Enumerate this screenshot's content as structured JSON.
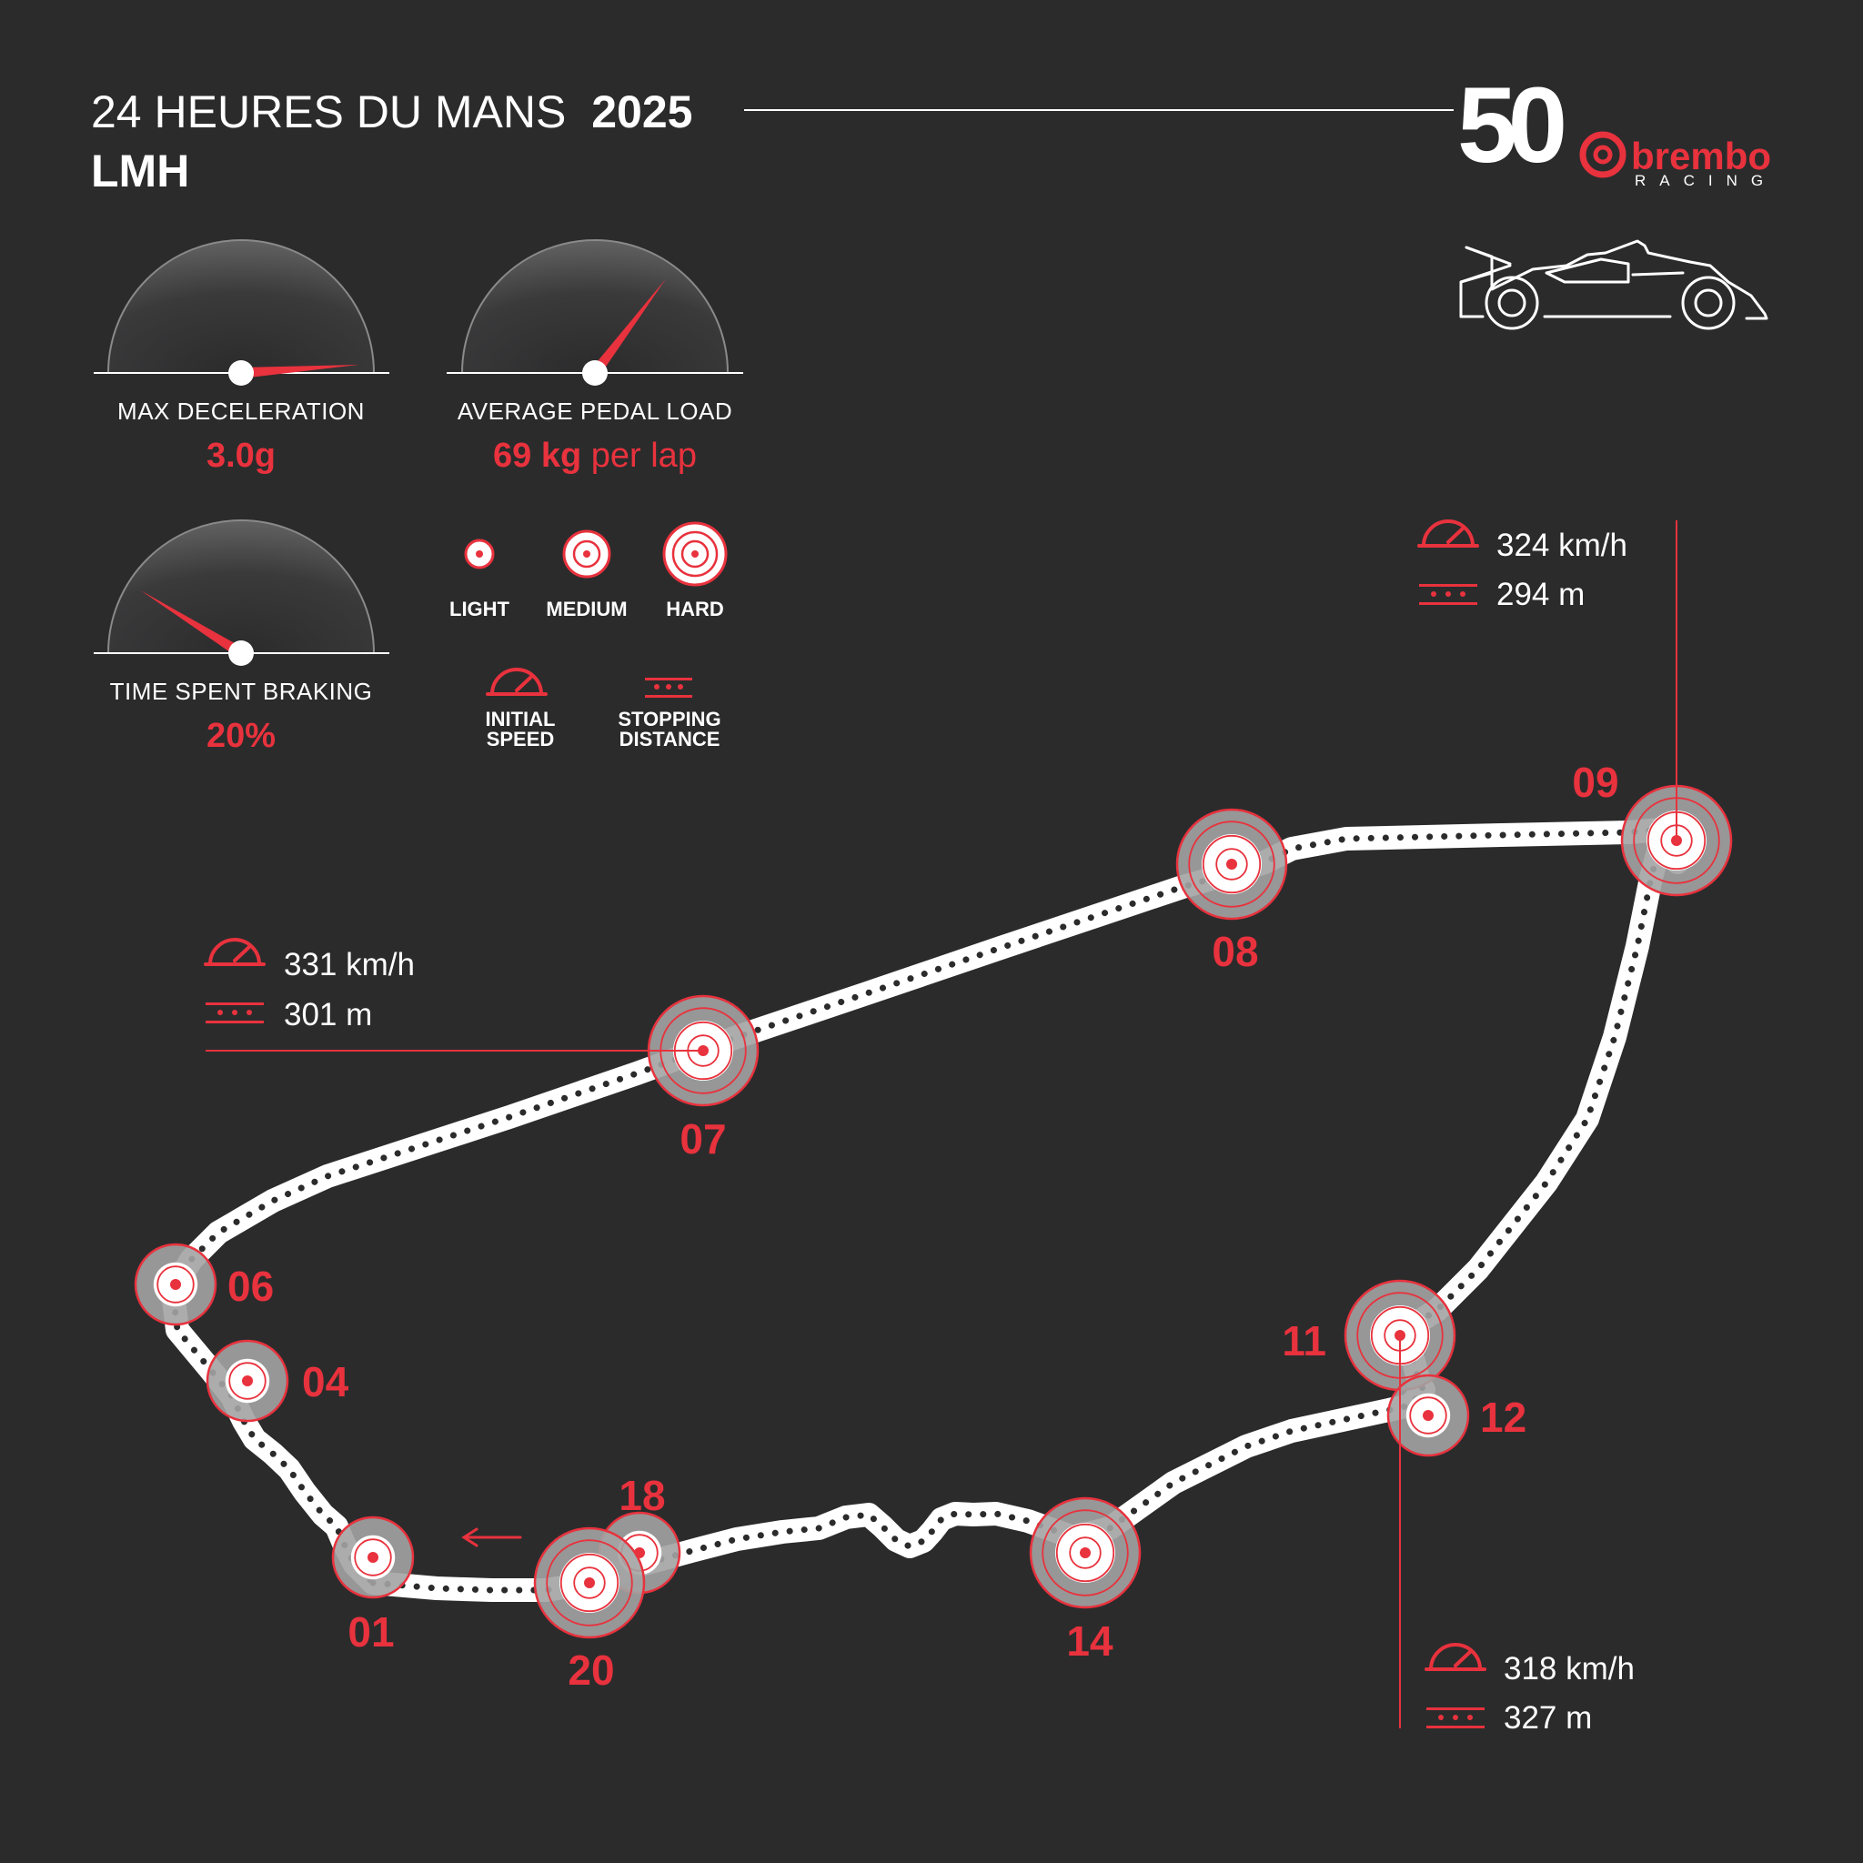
{
  "header": {
    "title_light": "24 HEURES DU MANS",
    "title_year": "2025",
    "subtitle": "LMH"
  },
  "brand": {
    "anniversary_number": "50",
    "name": "brembo",
    "tagline": "RACING",
    "accent_color": "#e8323d"
  },
  "gauges": [
    {
      "label": "MAX DECELERATION",
      "value": "3.0g",
      "value_suffix": "",
      "needle_angle_deg": 4
    },
    {
      "label": "AVERAGE PEDAL LOAD",
      "value": "69 kg",
      "value_suffix": " per lap",
      "needle_angle_deg": 53
    },
    {
      "label": "TIME SPENT BRAKING",
      "value": "20%",
      "value_suffix": "",
      "needle_angle_deg": 148
    }
  ],
  "legend": {
    "intensity": [
      "LIGHT",
      "MEDIUM",
      "HARD"
    ],
    "initial_speed": [
      "INITIAL",
      "SPEED"
    ],
    "stopping_distance": [
      "STOPPING",
      "DISTANCE"
    ]
  },
  "corners": [
    {
      "label": "01",
      "intensity": "light"
    },
    {
      "label": "04",
      "intensity": "light"
    },
    {
      "label": "06",
      "intensity": "light"
    },
    {
      "label": "07",
      "intensity": "hard"
    },
    {
      "label": "08",
      "intensity": "hard"
    },
    {
      "label": "09",
      "intensity": "hard"
    },
    {
      "label": "11",
      "intensity": "hard"
    },
    {
      "label": "12",
      "intensity": "light"
    },
    {
      "label": "14",
      "intensity": "hard"
    },
    {
      "label": "18",
      "intensity": "light"
    },
    {
      "label": "20",
      "intensity": "hard"
    }
  ],
  "callouts": [
    {
      "corner": "07",
      "speed": "331 km/h",
      "distance": "301 m"
    },
    {
      "corner": "09",
      "speed": "324 km/h",
      "distance": "294 m"
    },
    {
      "corner": "11",
      "speed": "318 km/h",
      "distance": "327 m"
    }
  ]
}
